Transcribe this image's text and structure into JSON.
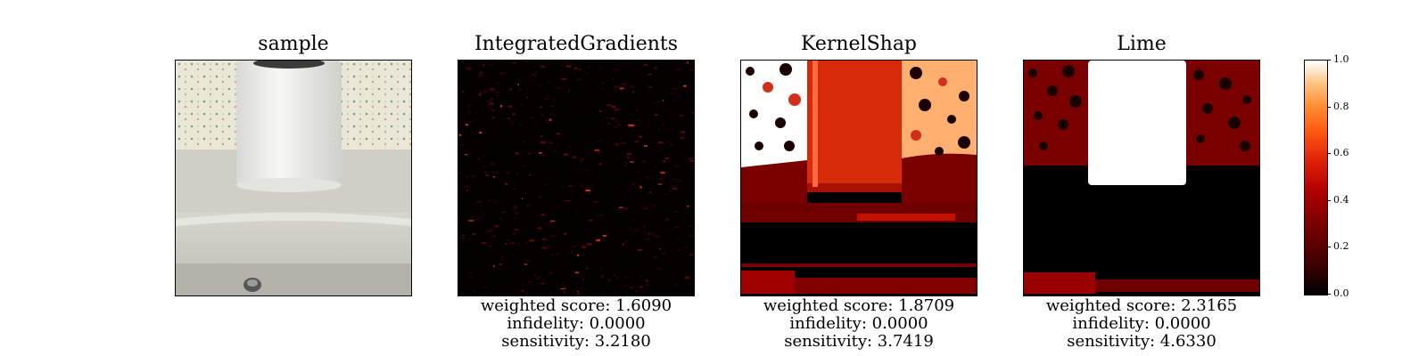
{
  "panels": [
    {
      "title": "sample",
      "metrics": null
    },
    {
      "title": "IntegratedGradients",
      "metrics": {
        "weighted_score": "weighted score: 1.6090",
        "infidelity": "infidelity: 0.0000",
        "sensitivity": "sensitivity: 3.2180"
      }
    },
    {
      "title": "KernelShap",
      "metrics": {
        "weighted_score": "weighted score: 1.8709",
        "infidelity": "infidelity: 0.0000",
        "sensitivity": "sensitivity: 3.7419"
      }
    },
    {
      "title": "Lime",
      "metrics": {
        "weighted_score": "weighted score: 2.3165",
        "infidelity": "infidelity: 0.0000",
        "sensitivity": "sensitivity: 4.6330"
      }
    }
  ],
  "colorbar": {
    "ticks": [
      "0.0",
      "0.2",
      "0.4",
      "0.6",
      "0.8",
      "1.0"
    ],
    "colormap": [
      "#000000",
      "#7a0000",
      "#e0240a",
      "#ff8c30",
      "#ffffff"
    ]
  }
}
